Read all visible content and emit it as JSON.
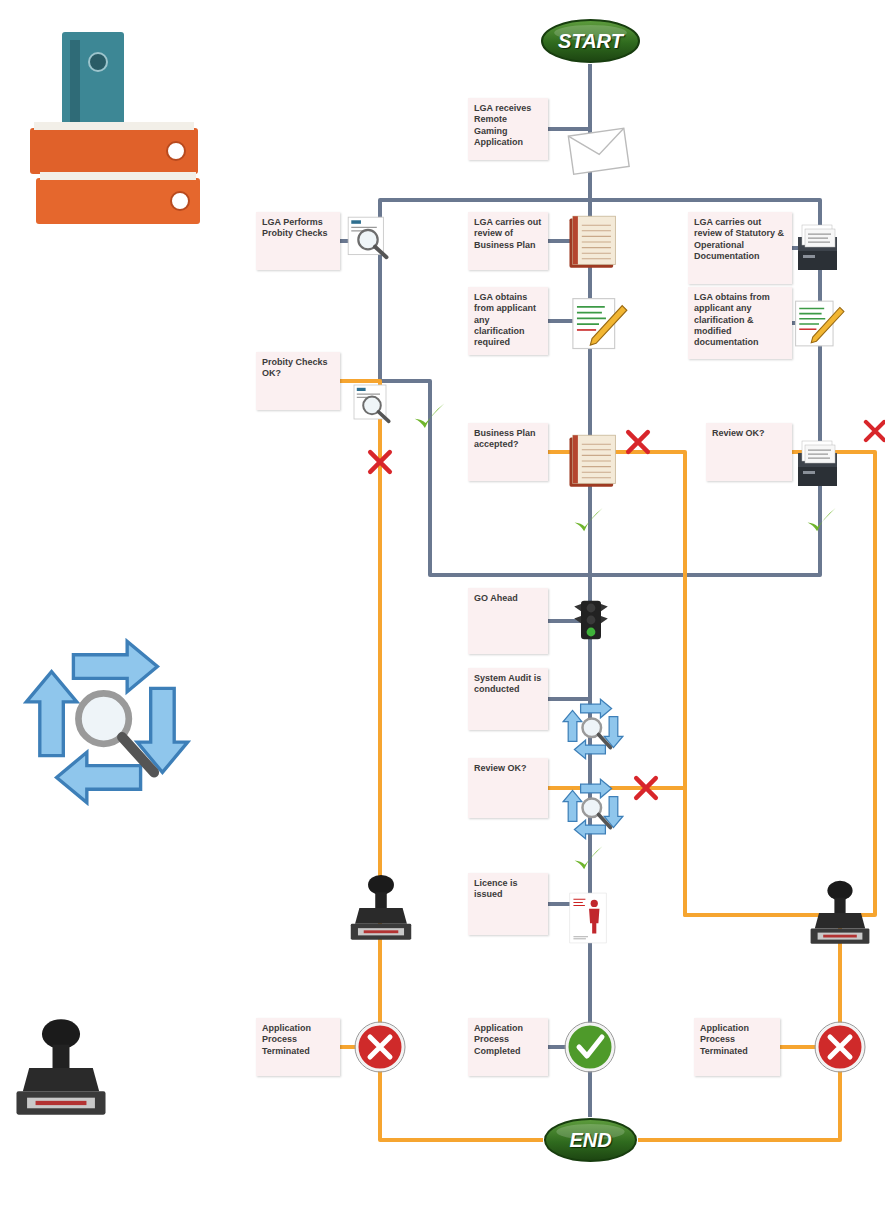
{
  "diagram": {
    "nodes": [
      {
        "text": [
          "START"
        ]
      },
      {
        "text": [
          "LGA receives Remote Gaming Application"
        ]
      },
      {
        "text": [
          "LGA Performs Probity Checks"
        ]
      },
      {
        "text": [
          "LGA carries out review of Business Plan"
        ]
      },
      {
        "text": [
          "LGA carries out review of Statutory & Operational Documentation"
        ]
      },
      {
        "text": [
          "LGA obtains from applicant any clarification required"
        ]
      },
      {
        "text": [
          "LGA obtains from applicant any clarification & modified documentation"
        ]
      },
      {
        "text": [
          "Probity Checks OK?"
        ]
      },
      {
        "text": [
          "Business Plan accepted?"
        ]
      },
      {
        "text": [
          "Review OK?"
        ]
      },
      {
        "text": [
          "GO Ahead"
        ]
      },
      {
        "text": [
          "System Audit is conducted"
        ]
      },
      {
        "text": [
          "Review OK?"
        ]
      },
      {
        "text": [
          "Licence is issued"
        ]
      },
      {
        "text": [
          "Application Process Terminated"
        ]
      },
      {
        "text": [
          "Application Process Completed"
        ]
      },
      {
        "text": [
          "Application Process Terminated"
        ]
      },
      {
        "text": [
          "END"
        ]
      }
    ],
    "edges": [
      {
        "from": 0,
        "to": 1,
        "arrow": "none"
      },
      {
        "from": 1,
        "to": 2,
        "arrow": "none"
      },
      {
        "from": 1,
        "to": 3,
        "arrow": "none"
      },
      {
        "from": 1,
        "to": 4,
        "arrow": "none"
      },
      {
        "from": 2,
        "to": 7,
        "arrow": "none"
      },
      {
        "from": 3,
        "to": 5,
        "arrow": "none"
      },
      {
        "from": 5,
        "to": 8,
        "arrow": "none"
      },
      {
        "from": 4,
        "to": 6,
        "arrow": "none"
      },
      {
        "from": 6,
        "to": 9,
        "arrow": "none"
      },
      {
        "from": 7,
        "to": 10,
        "arrow": "none"
      },
      {
        "from": 8,
        "to": 10,
        "arrow": "none"
      },
      {
        "from": 9,
        "to": 10,
        "arrow": "none"
      },
      {
        "from": 10,
        "to": 11,
        "arrow": "none"
      },
      {
        "from": 11,
        "to": 12,
        "arrow": "none"
      },
      {
        "from": 12,
        "to": 13,
        "arrow": "none"
      },
      {
        "from": 13,
        "to": 15,
        "arrow": "none"
      },
      {
        "from": 15,
        "to": 17,
        "arrow": "none"
      },
      {
        "from": 7,
        "to": 14,
        "arrow": "none"
      },
      {
        "from": 8,
        "to": 16,
        "arrow": "none"
      },
      {
        "from": 9,
        "to": 16,
        "arrow": "none"
      },
      {
        "from": 12,
        "to": 16,
        "arrow": "none"
      },
      {
        "from": 14,
        "to": 17,
        "arrow": "none"
      },
      {
        "from": 16,
        "to": 17,
        "arrow": "none"
      }
    ]
  }
}
